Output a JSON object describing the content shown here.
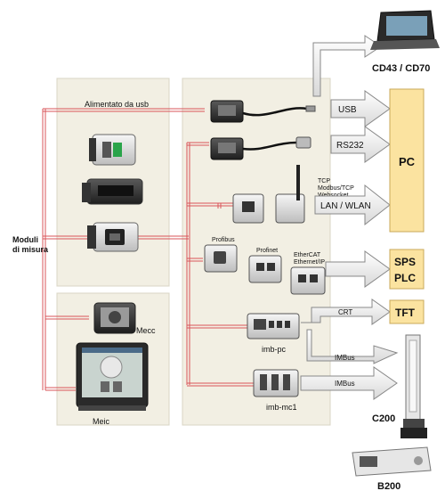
{
  "left_group_label": "Moduli\ndi misura",
  "usb_power_label": "Alimentato da usb",
  "mecc_label": "Mecc",
  "meic_label": "Meic",
  "profibus_label": "Profibus",
  "profinet_label": "Profinet",
  "ethercat_label": "EtherCAT\nEthernet/IP",
  "tcp_label": "TCP\nModbus/TCP\nWebsocket",
  "imb_pc_label": "imb-pc",
  "imb_mc1_label": "imb-mc1",
  "arrows": {
    "usb": "USB",
    "rs232": "RS232",
    "lan": "LAN / WLAN",
    "crt": "CRT",
    "imbus_1": "IMBus",
    "imbus_2": "IMBus"
  },
  "targets": {
    "cd": "CD43 / CD70",
    "pc": "PC",
    "sps": "SPS",
    "plc": "PLC",
    "tft": "TFT",
    "c200": "C200",
    "b200": "B200"
  },
  "colors": {
    "panel_fill": "#f2efe3",
    "target_fill": "#fbe3a0",
    "wire": "#d9545a"
  }
}
